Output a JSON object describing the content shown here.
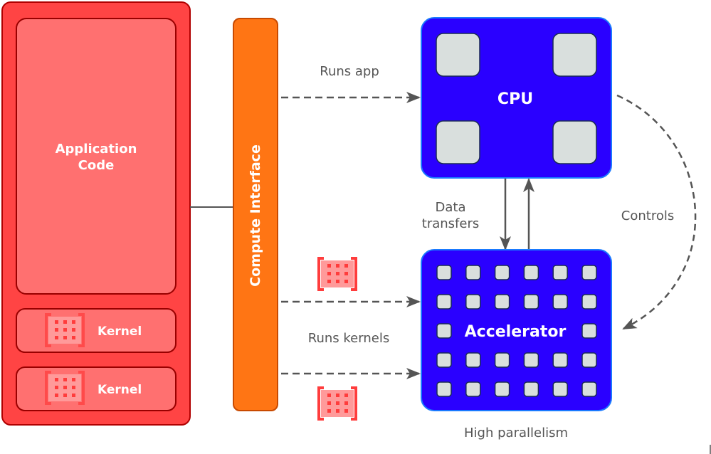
{
  "diagram": {
    "title": "",
    "colors": {
      "app_outer": "#ff4444",
      "app_inner": "#ff7070",
      "app_border": "#aa0000",
      "interface": "#ff7514",
      "interface_border": "#c84a00",
      "cpu_fill": "#2a00ff",
      "core_fill": "#d9dfdd",
      "core_border": "#1a2a55",
      "arrow": "#555555",
      "label_text": "#555555",
      "kernel_icon": "#ff3c3c"
    },
    "nodes": {
      "application_code": {
        "label_line1": "Application",
        "label_line2": "Code"
      },
      "kernels": [
        {
          "label": "Kernel",
          "icon": "kernel-grid-icon"
        },
        {
          "label": "Kernel",
          "icon": "kernel-grid-icon"
        }
      ],
      "compute_interface": {
        "label": "Compute Interface"
      },
      "cpu": {
        "label": "CPU",
        "core_count": 4
      },
      "accelerator": {
        "label": "Accelerator",
        "core_rows": 5,
        "core_cols": 6
      }
    },
    "edges": [
      {
        "from": "compute_interface",
        "to": "cpu",
        "label": "Runs app",
        "style": "dashed"
      },
      {
        "from": "compute_interface",
        "to": "accelerator",
        "label": "Runs kernels",
        "style": "dashed",
        "count": 2
      },
      {
        "from": "cpu",
        "to": "accelerator",
        "label": "Controls",
        "style": "dashed-curve"
      },
      {
        "from": "cpu",
        "to": "accelerator",
        "label": "Data transfers",
        "style": "solid-bidirectional"
      },
      {
        "from": "application_code",
        "to": "compute_interface",
        "label": "",
        "style": "solid-line"
      }
    ],
    "labels": {
      "runs_app": "Runs app",
      "runs_kernels": "Runs kernels",
      "data_transfers_line1": "Data",
      "data_transfers_line2": "transfers",
      "controls": "Controls",
      "high_parallelism": "High parallelism"
    }
  }
}
